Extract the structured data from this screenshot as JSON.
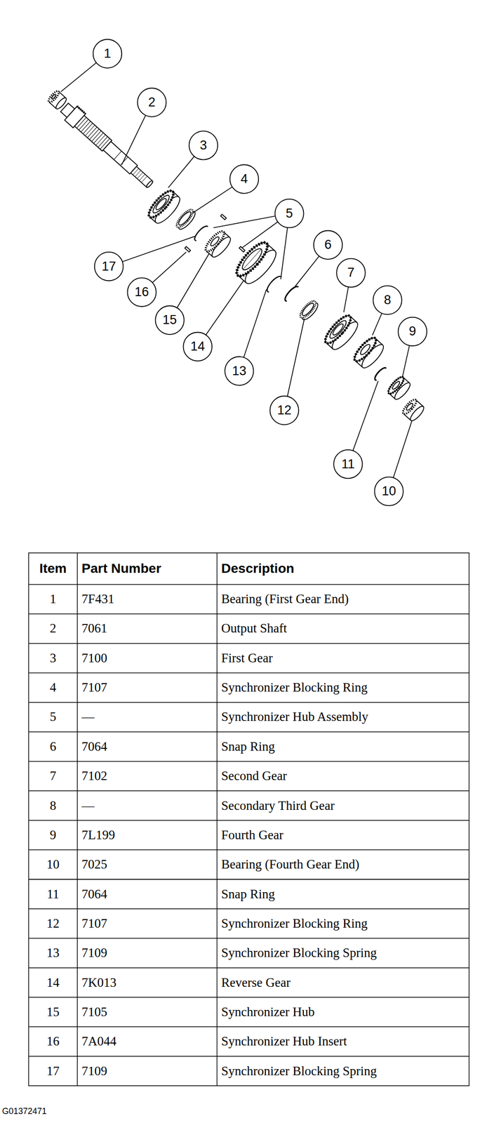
{
  "diagram": {
    "labels": [
      "1",
      "2",
      "3",
      "4",
      "5",
      "6",
      "7",
      "8",
      "9",
      "10",
      "11",
      "12",
      "13",
      "14",
      "15",
      "16",
      "17",
      "Item",
      "Part Number",
      "Description",
      "1",
      "7F431",
      "Bearing (First Gear End)",
      "2",
      "7061",
      "Output Shaft",
      "3",
      "7100",
      "First Gear",
      "4",
      "7107",
      "Synchronizer Blocking Ring",
      "5",
      "—",
      "Synchronizer Hub Assembly",
      "6",
      "7064",
      "Snap Ring",
      "7",
      "7102",
      "Second Gear",
      "8",
      "—",
      "Secondary Third Gear",
      "9",
      "7L199",
      "Fourth Gear",
      "10",
      "7025",
      "Bearing (Fourth Gear End)",
      "11",
      "7064",
      "Snap Ring",
      "12",
      "7107",
      "Synchronizer Blocking Ring",
      "13",
      "7109",
      "Synchronizer Blocking Spring",
      "14",
      "7K013",
      "Reverse Gear",
      "15",
      "7105",
      "Synchronizer Hub",
      "16",
      "7A044",
      "Synchronizer Hub Insert",
      "17",
      "7109",
      "Synchronizer Blocking Spring",
      "G01372471"
    ]
  }
}
